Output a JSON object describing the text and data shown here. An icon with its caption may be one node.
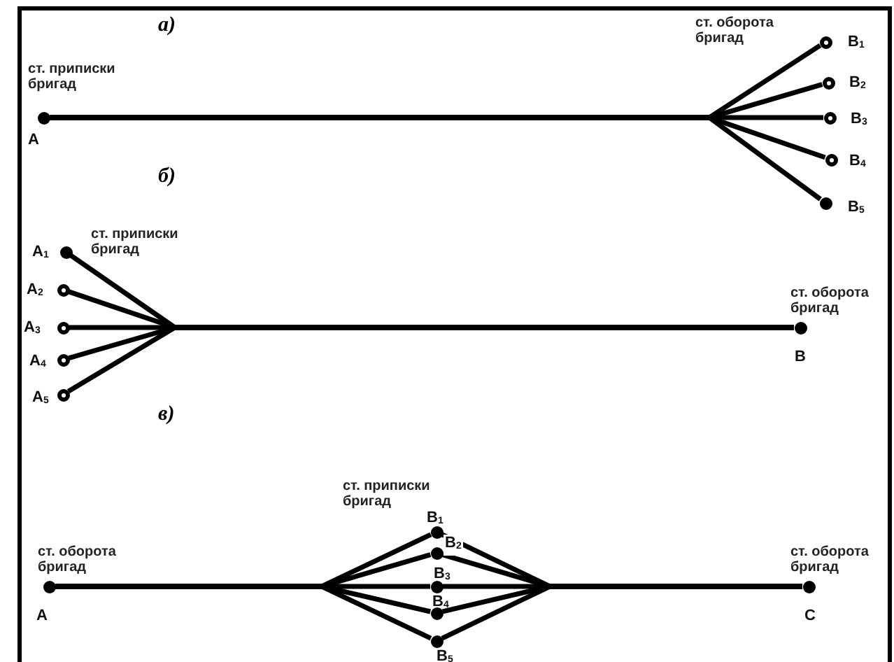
{
  "diagram": {
    "nodes": [
      {
        "text": [
          "А"
        ],
        "beside": [
          "ст. приписки бригад"
        ]
      },
      {
        "text": [
          "В$_{1}$"
        ]
      },
      {
        "text": [
          "В$_{2}$"
        ]
      },
      {
        "text": [
          "В$_{3}$"
        ]
      },
      {
        "text": [
          "В$_{4}$"
        ]
      },
      {
        "text": [
          "В$_{5}$"
        ]
      },
      {
        "text": [
          "А$_{1}$"
        ]
      },
      {
        "text": [
          "А$_{2}$"
        ]
      },
      {
        "text": [
          "А$_{3}$"
        ]
      },
      {
        "text": [
          "А$_{4}$"
        ]
      },
      {
        "text": [
          "А$_{5}$"
        ]
      },
      {
        "text": [
          "В"
        ],
        "beside": [
          "ст. оборота бригад"
        ]
      },
      {
        "text": [
          "А"
        ],
        "beside": [
          "ст. оборота бригад"
        ]
      },
      {
        "text": [
          "В$_{1}$"
        ]
      },
      {
        "text": [
          "В$_{2}$"
        ]
      },
      {
        "text": [
          "В$_{3}$"
        ]
      },
      {
        "text": [
          "В$_{4}$"
        ]
      },
      {
        "text": [
          "В$_{5}$"
        ]
      },
      {
        "text": [
          "С"
        ],
        "beside": [
          "ст. оборота бригад"
        ]
      }
    ],
    "edges": [
      {
        "from": 0,
        "to": 1,
        "arrow": "none"
      },
      {
        "from": 0,
        "to": 2,
        "arrow": "none"
      },
      {
        "from": 0,
        "to": 3,
        "arrow": "none"
      },
      {
        "from": 0,
        "to": 4,
        "arrow": "none"
      },
      {
        "from": 0,
        "to": 5,
        "arrow": "none"
      },
      {
        "from": 6,
        "to": 11,
        "arrow": "none"
      },
      {
        "from": 7,
        "to": 11,
        "arrow": "none"
      },
      {
        "from": 8,
        "to": 11,
        "arrow": "none"
      },
      {
        "from": 9,
        "to": 11,
        "arrow": "none"
      },
      {
        "from": 10,
        "to": 11,
        "arrow": "none"
      },
      {
        "from": 12,
        "to": 13,
        "arrow": "none"
      },
      {
        "from": 12,
        "to": 14,
        "arrow": "none"
      },
      {
        "from": 12,
        "to": 15,
        "arrow": "none"
      },
      {
        "from": 12,
        "to": 16,
        "arrow": "none"
      },
      {
        "from": 12,
        "to": 17,
        "arrow": "none"
      },
      {
        "from": 13,
        "to": 18,
        "arrow": "none"
      },
      {
        "from": 14,
        "to": 18,
        "arrow": "none"
      },
      {
        "from": 15,
        "to": 18,
        "arrow": "none"
      },
      {
        "from": 16,
        "to": 18,
        "arrow": "none"
      },
      {
        "from": 17,
        "to": 18,
        "arrow": "none"
      }
    ],
    "labels": [
      "а)",
      "ст. оборота бригад",
      "б)",
      "ст. приписки бригад",
      "в)",
      "ст. приписки бригад"
    ]
  }
}
